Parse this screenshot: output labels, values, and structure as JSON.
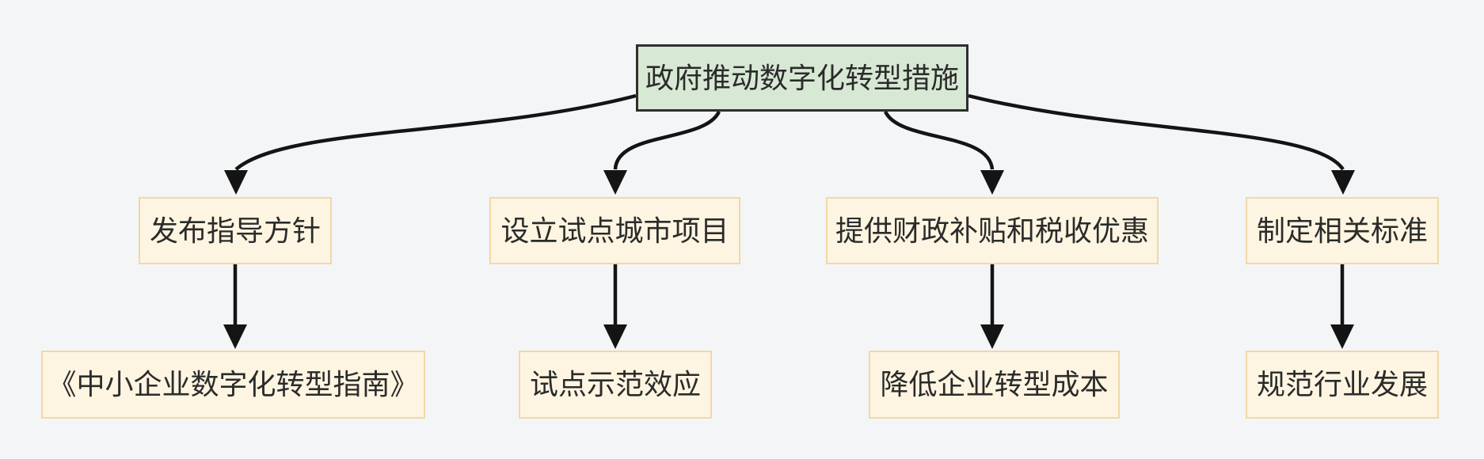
{
  "colors": {
    "background": "#f4f5f7",
    "root_fill": "#d7e9d4",
    "root_border": "#2e2e2e",
    "child_fill": "#fdf5e1",
    "child_border": "#f0d8a8",
    "edge_color": "#141414",
    "text_color": "#2b2b2b"
  },
  "diagram": {
    "type": "flowchart",
    "direction": "top-down",
    "nodes": {
      "root": {
        "label": "政府推动数字化转型措施"
      },
      "a1": {
        "label": "发布指导方针"
      },
      "a2": {
        "label": "设立试点城市项目"
      },
      "a3": {
        "label": "提供财政补贴和税收优惠"
      },
      "a4": {
        "label": "制定相关标准"
      },
      "b1": {
        "label": "《中小企业数字化转型指南》"
      },
      "b2": {
        "label": "试点示范效应"
      },
      "b3": {
        "label": "降低企业转型成本"
      },
      "b4": {
        "label": "规范行业发展"
      }
    },
    "edges": [
      {
        "from": "政府推动数字化转型措施",
        "to": "发布指导方针"
      },
      {
        "from": "政府推动数字化转型措施",
        "to": "设立试点城市项目"
      },
      {
        "from": "政府推动数字化转型措施",
        "to": "提供财政补贴和税收优惠"
      },
      {
        "from": "政府推动数字化转型措施",
        "to": "制定相关标准"
      },
      {
        "from": "发布指导方针",
        "to": "《中小企业数字化转型指南》"
      },
      {
        "from": "设立试点城市项目",
        "to": "试点示范效应"
      },
      {
        "from": "提供财政补贴和税收优惠",
        "to": "降低企业转型成本"
      },
      {
        "from": "制定相关标准",
        "to": "规范行业发展"
      }
    ]
  }
}
